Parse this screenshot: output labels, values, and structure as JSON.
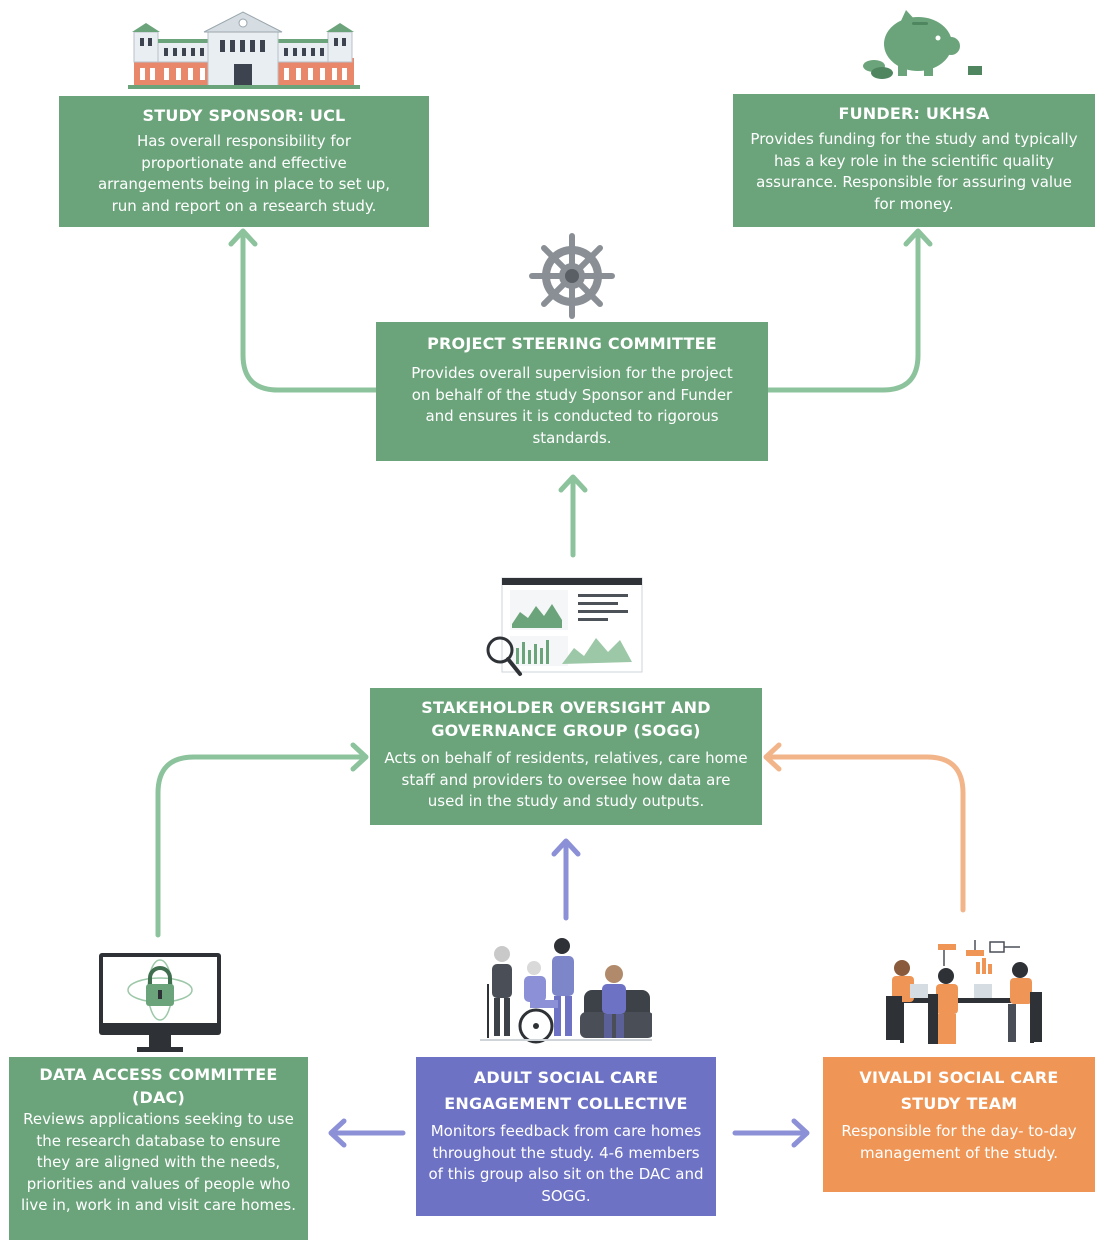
{
  "colors": {
    "green": "#6ba47b",
    "arrow_green": "#8cc39c",
    "purple": "#6e72c4",
    "arrow_purple": "#8c90d6",
    "orange": "#ef9656",
    "arrow_orange": "#f2b58a"
  },
  "boxes": {
    "sponsor": {
      "title": "STUDY SPONSOR: UCL",
      "desc": "Has overall responsibility for proportionate and effective arrangements being in place to set up, run and report on a research study.",
      "icon": "university-building-icon"
    },
    "funder": {
      "title": "FUNDER: UKHSA",
      "desc": "Provides funding for the study and typically has a key role in the scientific quality assurance. Responsible for assuring value for money.",
      "icon": "piggy-bank-icon"
    },
    "steering": {
      "title": "PROJECT STEERING COMMITTEE",
      "desc": "Provides overall supervision for the project on behalf of the study Sponsor and Funder and ensures it is conducted to rigorous standards.",
      "icon": "ship-wheel-icon"
    },
    "sogg": {
      "title": "STAKEHOLDER OVERSIGHT AND GOVERNANCE GROUP (SOGG)",
      "desc": "Acts on behalf of residents, relatives, care home staff and providers to oversee how data are used in the study and study outputs.",
      "icon": "analytics-dashboard-icon"
    },
    "dac": {
      "title": "DATA ACCESS COMMITTEE (DAC)",
      "desc": "Reviews applications seeking to use the research database to ensure they are aligned with the needs, priorities and values of people who live in, work in and visit care homes.",
      "icon": "monitor-lock-icon"
    },
    "asc": {
      "title": "ADULT SOCIAL CARE ENGAGEMENT COLLECTIVE",
      "desc": "Monitors feedback from care homes throughout the study. 4-6 members of this group also sit on the DAC and SOGG.",
      "icon": "care-home-people-icon"
    },
    "vivaldi": {
      "title": "VIVALDI SOCIAL CARE STUDY TEAM",
      "desc": "Responsible for the day- to-day management of the study.",
      "icon": "team-meeting-icon"
    }
  }
}
